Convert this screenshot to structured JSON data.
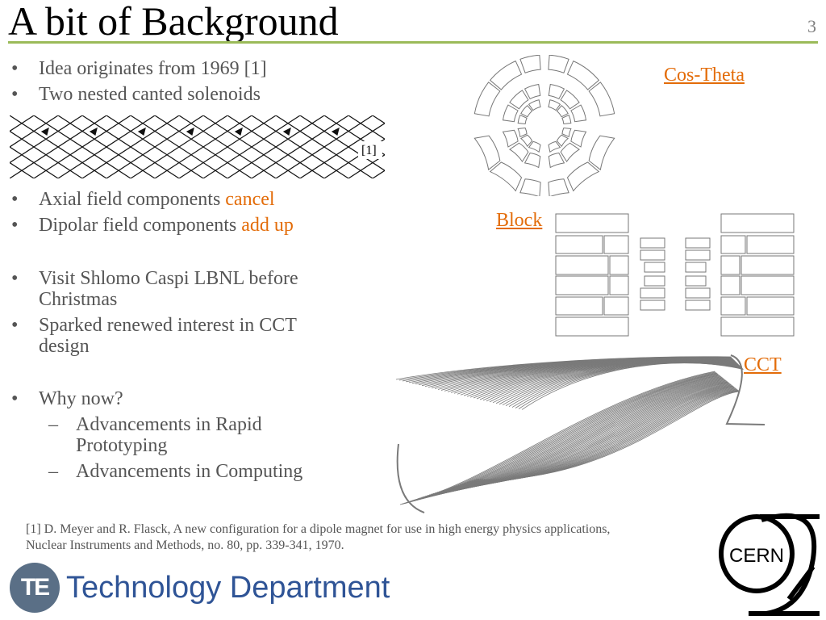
{
  "slide": {
    "title": "A bit of Background",
    "number": "3",
    "accent_color": "#e36c09",
    "rule_color": "#9bbb59"
  },
  "bullets": {
    "b1": "Idea originates from 1969 [1]",
    "b2": "Two nested canted solenoids",
    "b3_text": "Axial field components ",
    "b3_accent": "cancel",
    "b4_text": "Dipolar field components ",
    "b4_accent": "add up",
    "b5_line1": "Visit Shlomo Caspi LBNL before",
    "b5_line2": "Christmas",
    "b6_line1": "Sparked renewed interest in CCT",
    "b6_line2": "design",
    "b7": "Why now?",
    "s1_line1": "Advancements in Rapid",
    "s1_line2": "Prototyping",
    "s2": "Advancements in Computing",
    "dash": "–"
  },
  "figures": {
    "solenoid_ref": "[1]",
    "cos_theta_label": "Cos-Theta",
    "block_label": "Block",
    "cct_label": "CCT"
  },
  "footnote": {
    "line1": "[1] D. Meyer and R. Flasck, A new configuration for a dipole magnet for use in high energy physics applications,",
    "line2": "Nuclear Instruments and Methods, no. 80, pp. 339-341, 1970."
  },
  "footer": {
    "te_logo": "TE",
    "te_text": "Technology Department",
    "te_color": "#2f5496",
    "cern_logo": "CERN"
  }
}
